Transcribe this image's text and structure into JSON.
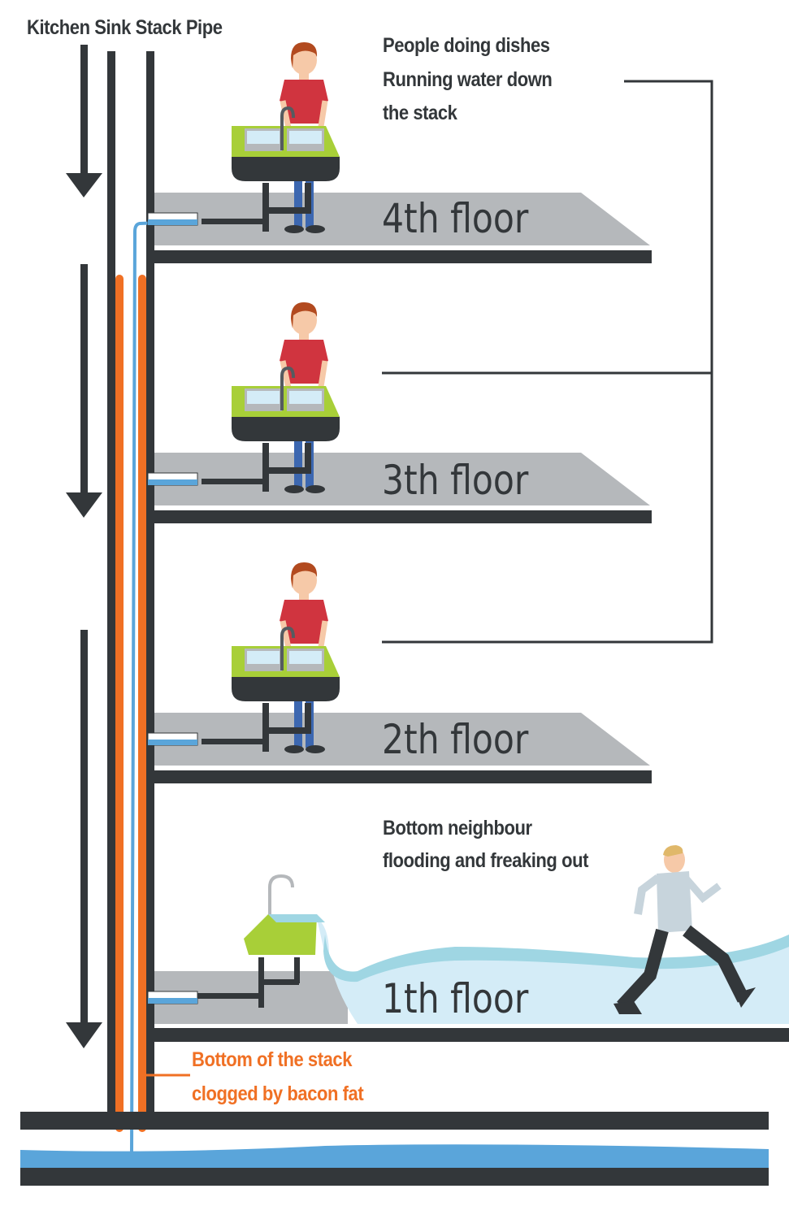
{
  "title": "Kitchen Sink Stack Pipe",
  "callout_top": [
    "People doing dishes",
    "Running water down",
    "the stack"
  ],
  "floors": [
    "4th floor",
    "3th floor",
    "2th floor",
    "1th floor"
  ],
  "callout_bottom": [
    "Bottom neighbour",
    "flooding and freaking out"
  ],
  "clog_note": [
    "Bottom of the stack",
    "clogged by bacon fat"
  ],
  "colors": {
    "dark": "#33373a",
    "floor": "#b5b8bb",
    "pipe_blue": "#5aa5da",
    "fat": "#f07024",
    "water_light": "#d4ecf7",
    "water_wave": "#9fd6e3",
    "sink_green": "#a8cf38",
    "shirt": "#d0343f"
  }
}
